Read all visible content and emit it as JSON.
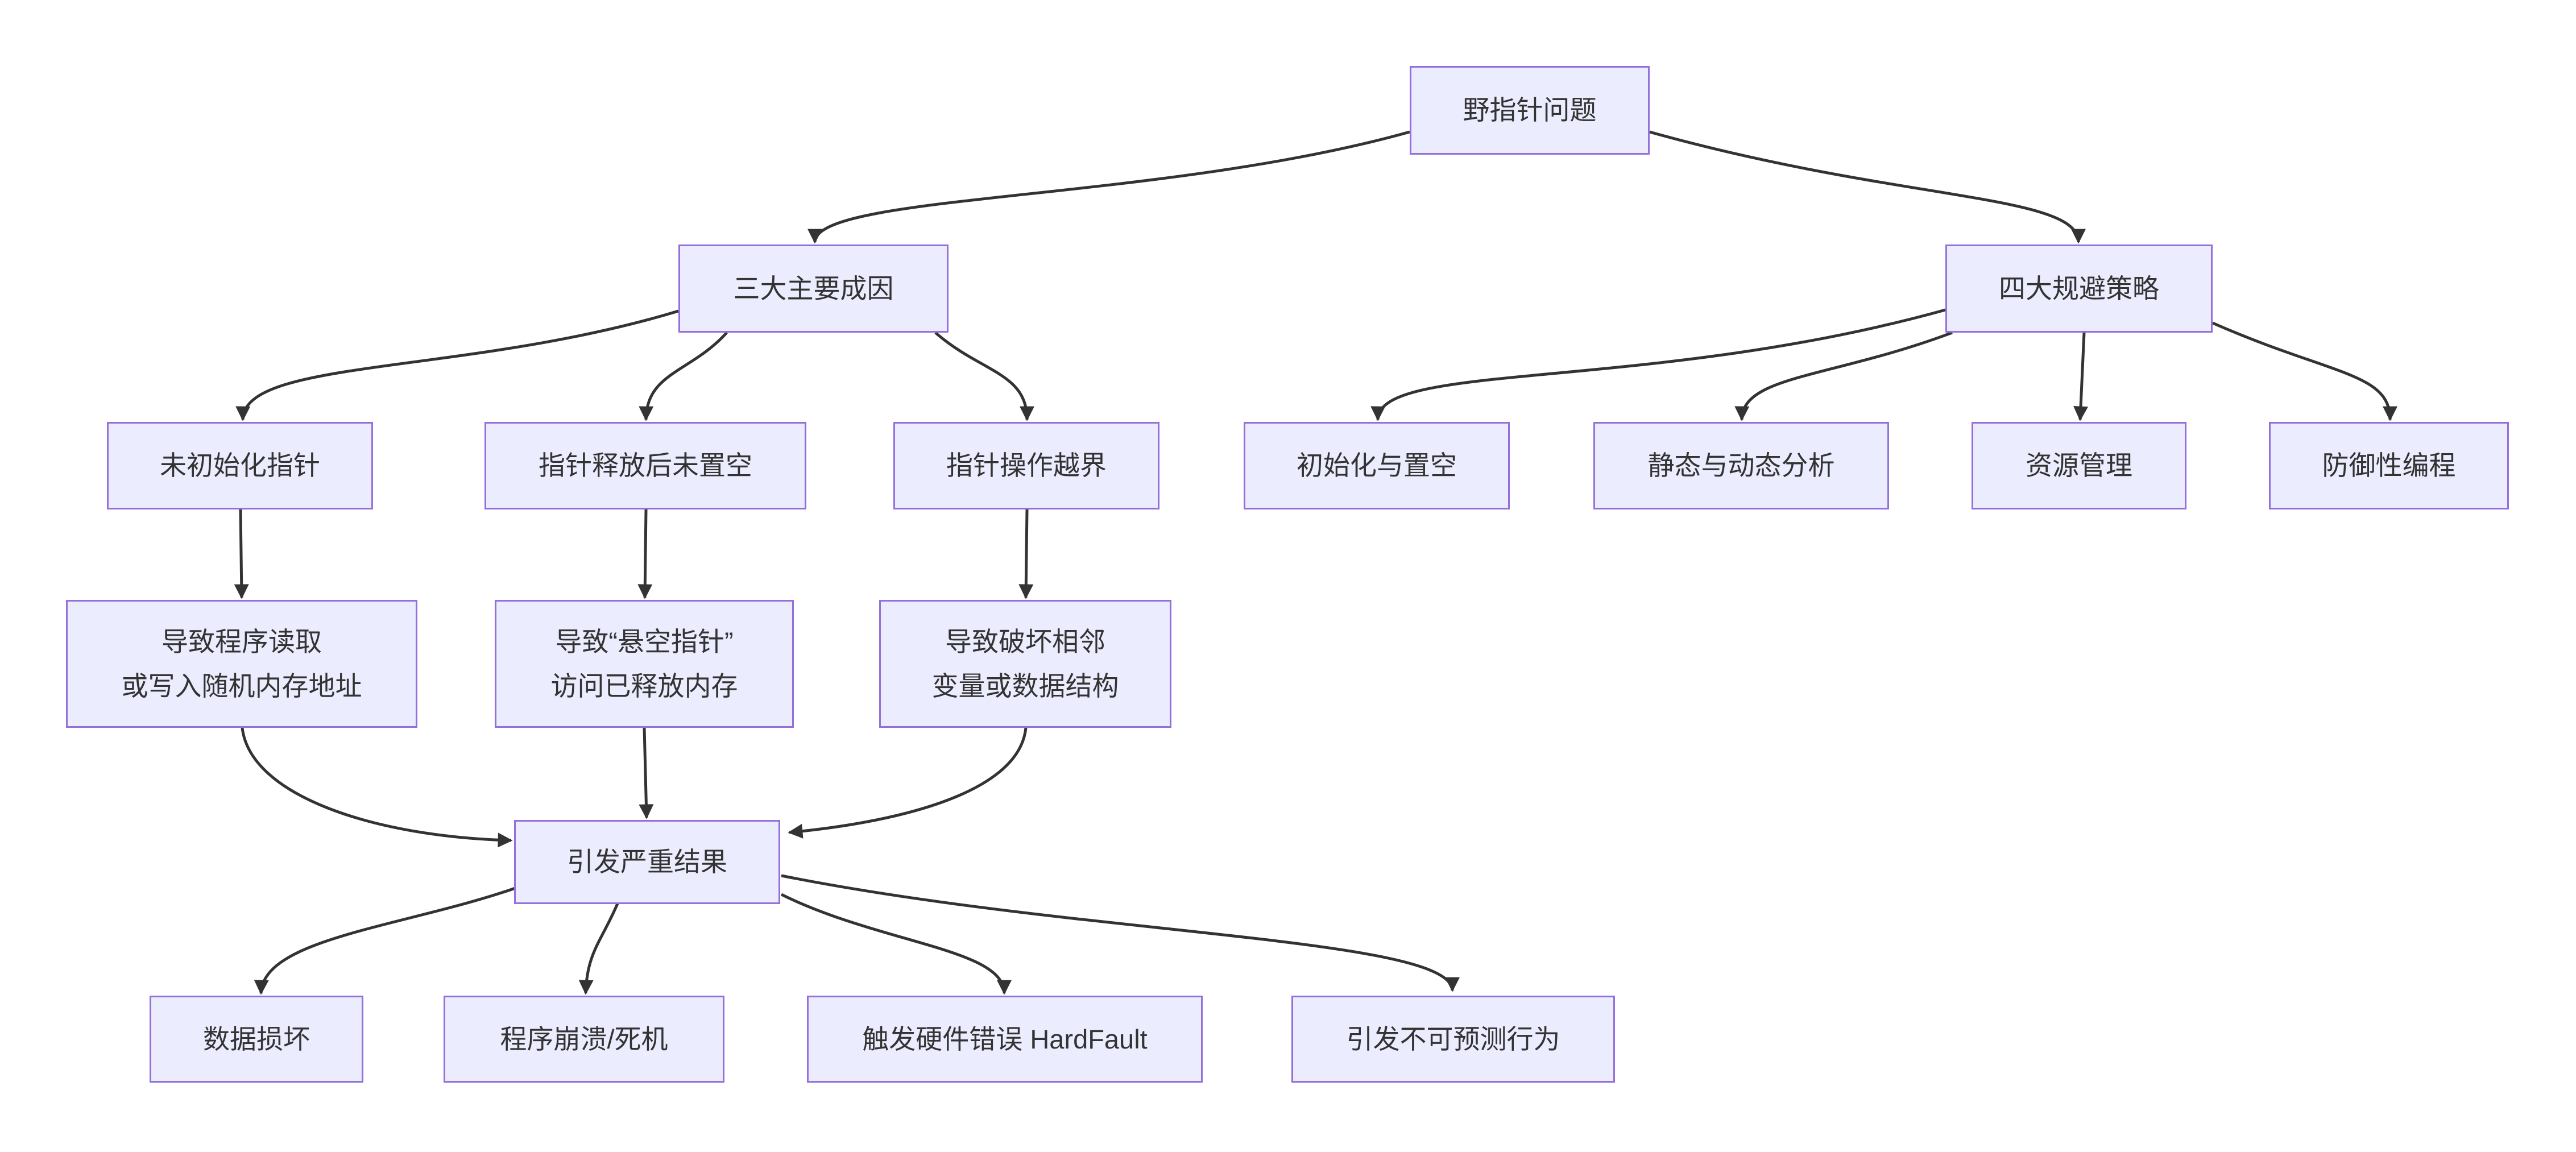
{
  "diagram": {
    "colors": {
      "background": "#FFFFFF",
      "node_fill": "#ECECFF",
      "node_border": "#9370DB",
      "node_text": "#333333",
      "edge": "#333333"
    },
    "nodes": {
      "root": {
        "label": "野指针问题"
      },
      "causes": {
        "label": "三大主要成因"
      },
      "strategies": {
        "label": "四大规避策略"
      },
      "uninitialized": {
        "label": "未初始化指针"
      },
      "not_nulled": {
        "label": "指针释放后未置空"
      },
      "out_of_bounds": {
        "label": "指针操作越界"
      },
      "init_null": {
        "label": "初始化与置空"
      },
      "analysis": {
        "label": "静态与动态分析"
      },
      "resource": {
        "label": "资源管理"
      },
      "defensive": {
        "label": "防御性编程"
      },
      "random_access": {
        "label": "导致程序读取\n或写入随机内存地址"
      },
      "dangling": {
        "label": "导致“悬空指针”\n访问已释放内存"
      },
      "corrupt_adjacent": {
        "label": "导致破坏相邻\n变量或数据结构"
      },
      "severe": {
        "label": "引发严重结果"
      },
      "data_corruption": {
        "label": "数据损坏"
      },
      "crash": {
        "label": "程序崩溃/死机"
      },
      "hardfault": {
        "label": "触发硬件错误 HardFault"
      },
      "unpredictable": {
        "label": "引发不可预测行为"
      }
    },
    "edges": [
      {
        "from": "root",
        "to": "causes"
      },
      {
        "from": "root",
        "to": "strategies"
      },
      {
        "from": "causes",
        "to": "uninitialized"
      },
      {
        "from": "causes",
        "to": "not_nulled"
      },
      {
        "from": "causes",
        "to": "out_of_bounds"
      },
      {
        "from": "strategies",
        "to": "init_null"
      },
      {
        "from": "strategies",
        "to": "analysis"
      },
      {
        "from": "strategies",
        "to": "resource"
      },
      {
        "from": "strategies",
        "to": "defensive"
      },
      {
        "from": "uninitialized",
        "to": "random_access"
      },
      {
        "from": "not_nulled",
        "to": "dangling"
      },
      {
        "from": "out_of_bounds",
        "to": "corrupt_adjacent"
      },
      {
        "from": "random_access",
        "to": "severe"
      },
      {
        "from": "dangling",
        "to": "severe"
      },
      {
        "from": "corrupt_adjacent",
        "to": "severe"
      },
      {
        "from": "severe",
        "to": "data_corruption"
      },
      {
        "from": "severe",
        "to": "crash"
      },
      {
        "from": "severe",
        "to": "hardfault"
      },
      {
        "from": "severe",
        "to": "unpredictable"
      }
    ]
  }
}
